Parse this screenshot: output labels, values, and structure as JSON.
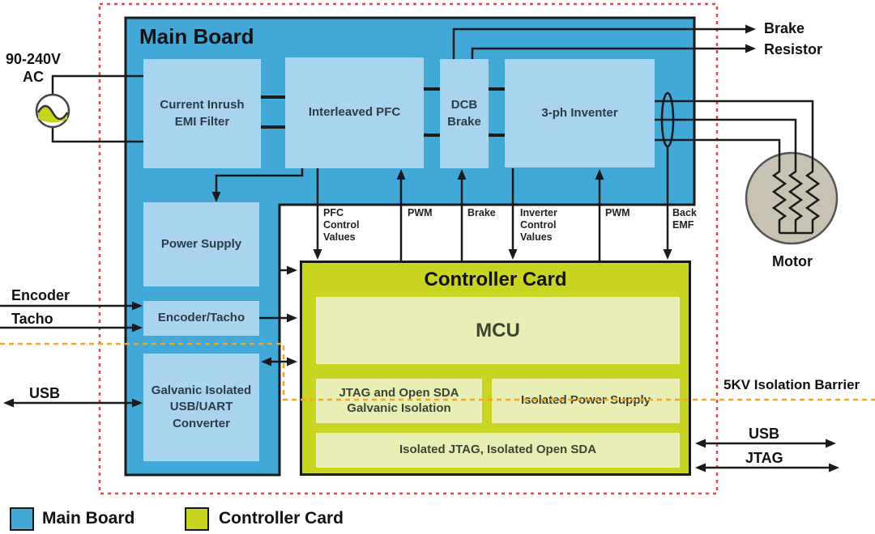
{
  "external": {
    "ac_label": "90-240V\nAC",
    "brake_resistor": "Brake\nResistor",
    "motor": "Motor",
    "encoder": "Encoder",
    "tacho": "Tacho",
    "usb_left": "USB",
    "usb_right": "USB",
    "jtag_right": "JTAG",
    "isolation_barrier": "5KV Isolation Barrier"
  },
  "main_board": {
    "title": "Main Board",
    "blocks": {
      "emi_filter": "Current Inrush\nEMI Filter",
      "interleaved_pfc": "Interleaved PFC",
      "dcb_brake": "DCB\nBrake",
      "inverter": "3-ph Inventer",
      "power_supply": "Power Supply",
      "encoder_tacho": "Encoder/Tacho",
      "usb_uart": "Galvanic Isolated\nUSB/UART\nConverter"
    }
  },
  "controller_card": {
    "title": "Controller Card",
    "blocks": {
      "mcu": "MCU",
      "jtag_isolation": "JTAG and Open SDA\nGalvanic Isolation",
      "isolated_power": "Isolated Power Supply",
      "isolated_jtag": "Isolated JTAG, Isolated Open SDA"
    }
  },
  "signals": {
    "pfc_values": "PFC\nControl\nValues",
    "pwm_left": "PWM",
    "brake": "Brake",
    "inverter_values": "Inverter\nControl\nValues",
    "pwm_right": "PWM",
    "back_emf": "Back\nEMF"
  },
  "legend": {
    "main_board": "Main Board",
    "controller_card": "Controller Card"
  },
  "colors": {
    "main_board_fill": "#41a8d8",
    "main_board_block_fill": "#a9d4f0",
    "controller_card_fill": "#c9d420",
    "controller_block_fill": "#e9eeb5",
    "boundary_red": "#e84545",
    "barrier_orange": "#f5a623",
    "motor_fill": "#c8c2b3",
    "wire_black": "#1a1a1a"
  }
}
